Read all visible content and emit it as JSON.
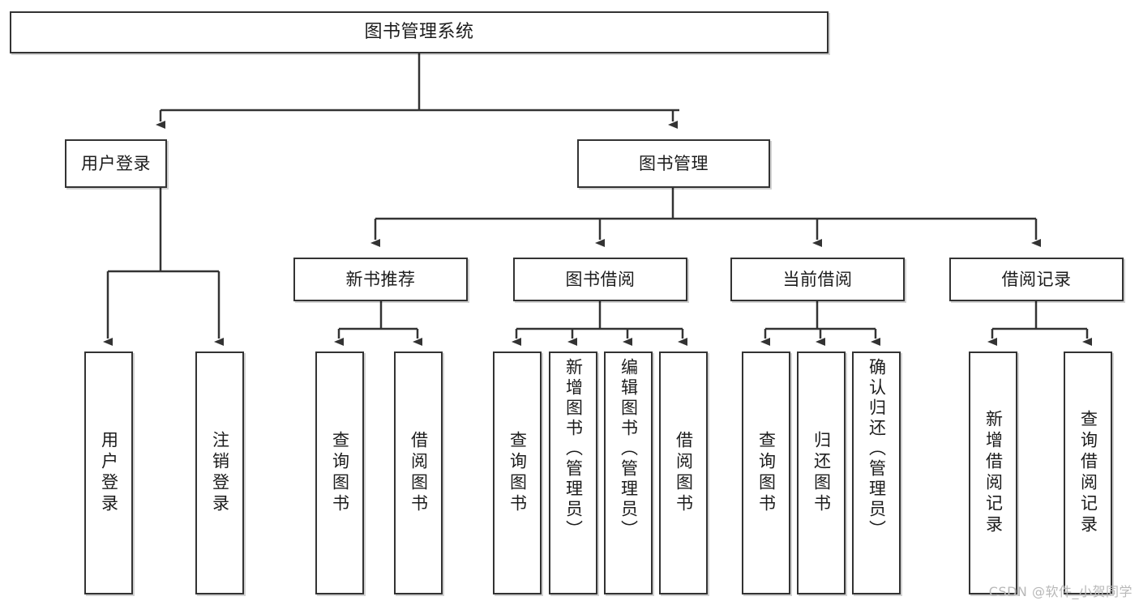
{
  "diagram": {
    "title": "图书管理系统",
    "watermark": "CSDN @软件_小贺同学",
    "type": "tree",
    "orientation": "top-down",
    "line_color": "#333333",
    "box_fill": "#ffffff",
    "text_color": "#1c1c1c"
  },
  "nodes": {
    "root": {
      "label": "图书管理系统",
      "level": 1
    },
    "l2": [
      {
        "label": "用户登录",
        "level": 2
      },
      {
        "label": "图书管理",
        "level": 2
      }
    ],
    "l3": [
      {
        "label": "新书推荐",
        "level": 3
      },
      {
        "label": "图书借阅",
        "level": 3
      },
      {
        "label": "当前借阅",
        "level": 3
      },
      {
        "label": "借阅记录",
        "level": 3
      }
    ],
    "leaves_user_login": [
      {
        "label": "用户登录",
        "level": 3
      },
      {
        "label": "注销登录",
        "level": 3
      }
    ],
    "leaves_new_book": [
      {
        "label": "查询图书",
        "level": 4
      },
      {
        "label": "借阅图书",
        "level": 4
      }
    ],
    "leaves_borrow": [
      {
        "label": "查询图书",
        "level": 4
      },
      {
        "label": "新增图书（管理员）",
        "level": 4
      },
      {
        "label": "编辑图书（管理员）",
        "level": 4
      },
      {
        "label": "借阅图书",
        "level": 4
      }
    ],
    "leaves_current": [
      {
        "label": "查询图书",
        "level": 4
      },
      {
        "label": "归还图书",
        "level": 4
      },
      {
        "label": "确认归还（管理员）",
        "level": 4
      }
    ],
    "leaves_records": [
      {
        "label": "新增借阅记录",
        "level": 4
      },
      {
        "label": "查询借阅记录",
        "level": 4
      }
    ]
  }
}
